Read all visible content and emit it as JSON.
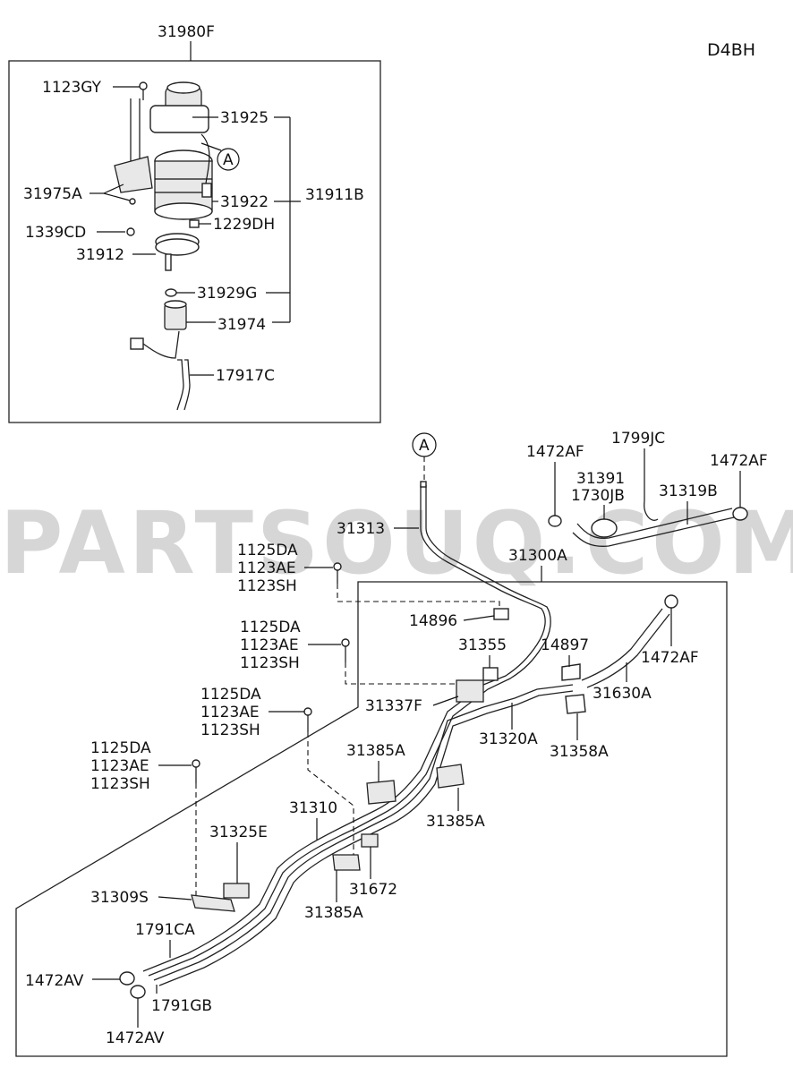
{
  "diagram_code": "D4BH",
  "watermark": "PARTSOUQ.COM",
  "upper_group": {
    "title": "31980F",
    "labels": {
      "gy": "1123GY",
      "p31925": "31925",
      "circleA": "A",
      "p31975A": "31975A",
      "p31922": "31922",
      "p31911B": "31911B",
      "p1339CD": "1339CD",
      "p1229DH": "1229DH",
      "p31912": "31912",
      "p31929G": "31929G",
      "p31974": "31974",
      "p17917C": "17917C"
    }
  },
  "lower_group": {
    "labels": {
      "circleA": "A",
      "p1472AF_1": "1472AF",
      "p1799JC": "1799JC",
      "p1472AF_2": "1472AF",
      "p31391": "31391",
      "p1730JB": "1730JB",
      "p31319B": "31319B",
      "p31313": "31313",
      "p31300A": "31300A",
      "b1_1125DA": "1125DA",
      "b1_1123AE": "1123AE",
      "b1_1123SH": "1123SH",
      "p14896": "14896",
      "b2_1125DA": "1125DA",
      "b2_1123AE": "1123AE",
      "b2_1123SH": "1123SH",
      "p31355": "31355",
      "p14897": "14897",
      "p1472AF_3": "1472AF",
      "p31337F": "31337F",
      "p31630A": "31630A",
      "b3_1125DA": "1125DA",
      "b3_1123AE": "1123AE",
      "b3_1123SH": "1123SH",
      "p31320A": "31320A",
      "p31358A": "31358A",
      "p31385A_1": "31385A",
      "b4_1125DA": "1125DA",
      "b4_1123AE": "1123AE",
      "b4_1123SH": "1123SH",
      "p31385A_2": "31385A",
      "p31310": "31310",
      "p31325E": "31325E",
      "p31309S": "31309S",
      "p31672": "31672",
      "p31385A_3": "31385A",
      "p1791CA": "1791CA",
      "p1472AV_1": "1472AV",
      "p1791GB": "1791GB",
      "p1472AV_2": "1472AV"
    }
  }
}
